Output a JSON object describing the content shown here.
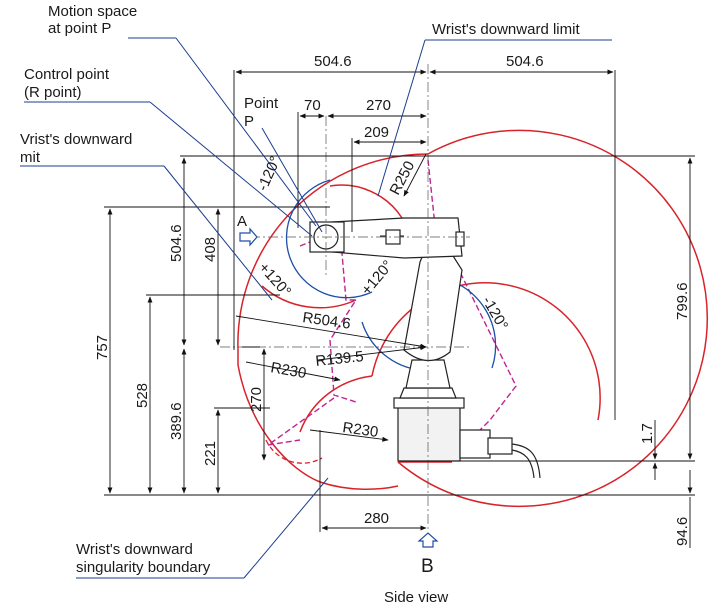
{
  "labels": {
    "motion_space": [
      "Motion space",
      "at point P"
    ],
    "control_point": [
      "Control point",
      "(R point)"
    ],
    "wrist_limit_left": [
      "Vrist's downward",
      "mit"
    ],
    "wrist_limit_top": "Wrist's downward limit",
    "point_p": [
      "Point",
      "P"
    ],
    "singularity": [
      "Wrist's downward",
      "singularity boundary"
    ],
    "marker_a": "A",
    "marker_b": "B",
    "view": "Side view"
  },
  "dimensions": {
    "top_left_width": "504.6",
    "top_right_width": "504.6",
    "d70": "70",
    "d270_top": "270",
    "d209": "209",
    "v504_6": "504.6",
    "v408": "408",
    "v757": "757",
    "v528": "528",
    "v389_6": "389.6",
    "v270": "270",
    "v221": "221",
    "v799_6": "799.6",
    "v1_7": "1.7",
    "v94_6": "94.6",
    "bottom_280": "280"
  },
  "radii": {
    "r250": "R250",
    "r504_6": "R504.6",
    "r139_5": "R139.5",
    "r230_upper": "R230",
    "r230_lower": "R230"
  },
  "angles": {
    "a_neg120_top": "-120°",
    "a_pos120_left": "+120°",
    "a_pos120_mid": "+120°",
    "a_neg120_right": "-120°"
  },
  "colors": {
    "limit_red": "#d8232a",
    "singularity_magenta": "#c0258f",
    "leader_blue": "#1b3d8f"
  }
}
